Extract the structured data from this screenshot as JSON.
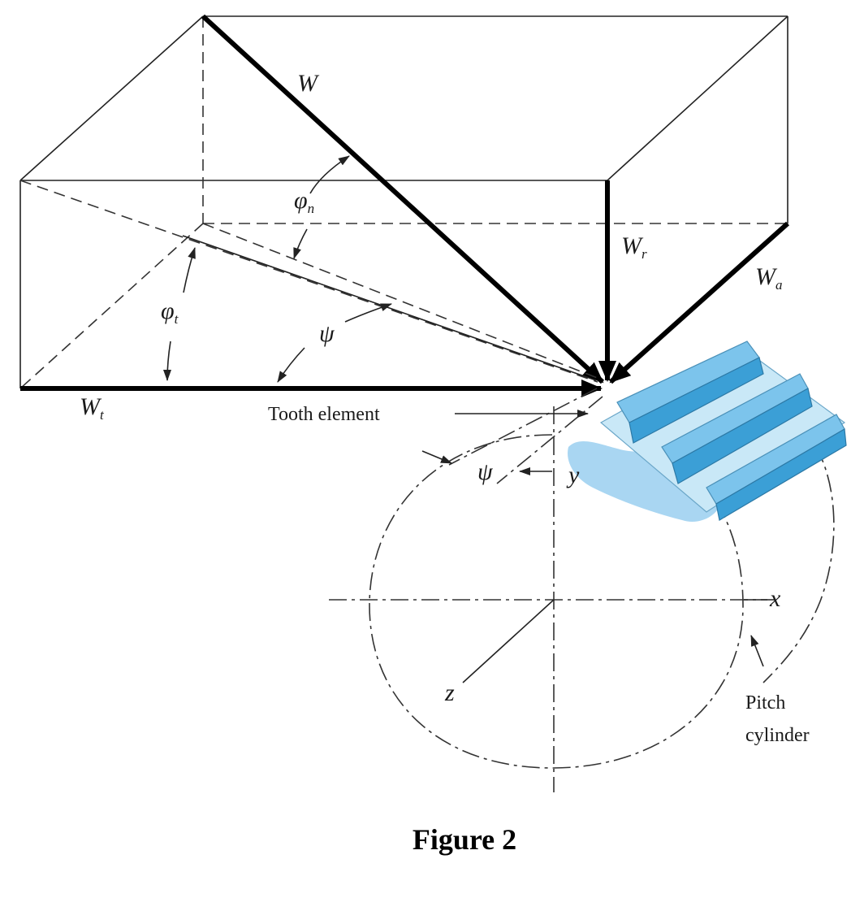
{
  "labels": {
    "W": "W",
    "phi": "φ",
    "phi_n_sub": "n",
    "phi_t_sub": "t",
    "psi": "ψ",
    "W_t_main": "W",
    "W_t_sub": "t",
    "W_r_main": "W",
    "W_r_sub": "r",
    "W_a_main": "W",
    "W_a_sub": "a",
    "tooth_element": "Tooth element",
    "x": "x",
    "y": "y",
    "z": "z",
    "pitch_line1": "Pitch",
    "pitch_line2": "cylinder"
  },
  "caption": "Figure 2",
  "colors": {
    "tooth_light": "#c9e8f7",
    "tooth_mid": "#7cc4ec",
    "tooth_dark": "#3b9fd6",
    "shadow": "#a9d6f2"
  }
}
